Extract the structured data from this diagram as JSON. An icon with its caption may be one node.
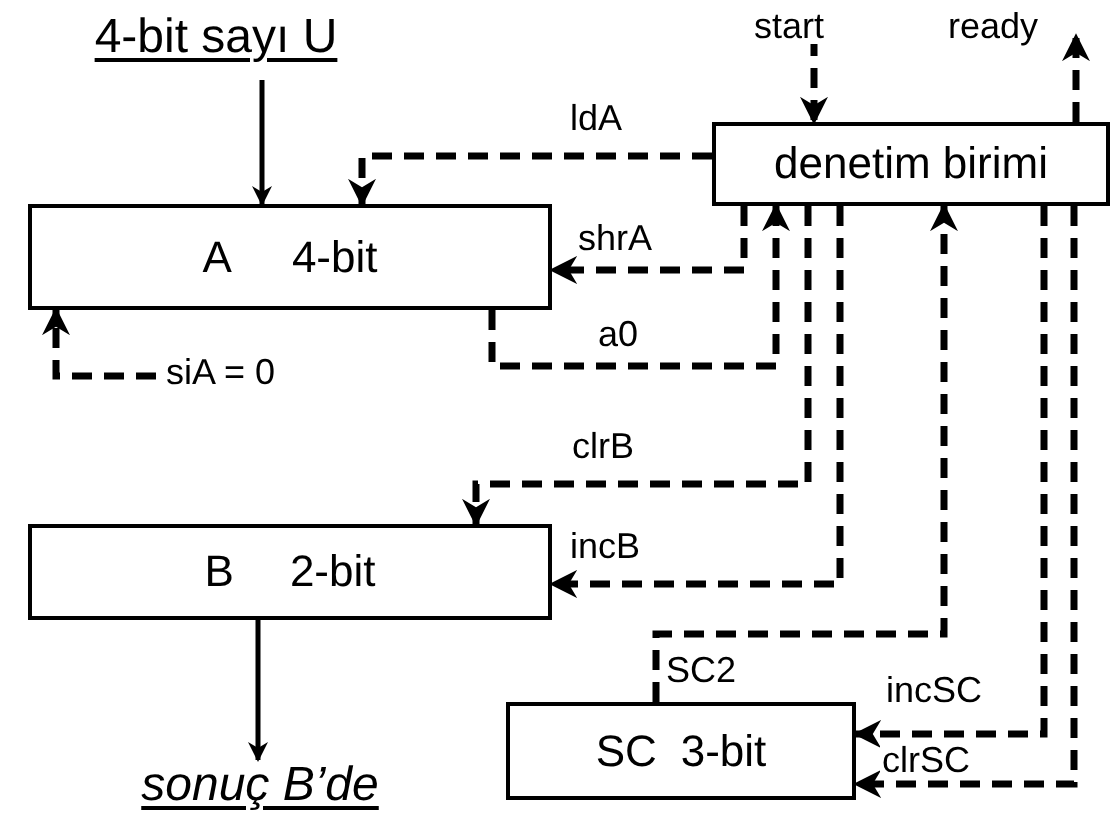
{
  "diagram": {
    "nodes": [
      {
        "text": [
          "4-bit sayı U"
        ]
      },
      {
        "text": [
          "A",
          "4-bit"
        ]
      },
      {
        "text": [
          "denetim birimi"
        ]
      },
      {
        "text": [
          "B",
          "2-bit"
        ]
      },
      {
        "text": [
          "SC",
          "3-bit"
        ]
      },
      {
        "text": [
          "sonuç B’de"
        ]
      }
    ],
    "edges": [
      {
        "from": 0,
        "to": 1,
        "arrow": "to"
      },
      {
        "from": null,
        "to": 2,
        "arrow": "to",
        "label": "start",
        "style": "dashed"
      },
      {
        "from": 2,
        "to": null,
        "arrow": "to",
        "label": "ready",
        "style": "dashed"
      },
      {
        "from": 2,
        "to": 1,
        "arrow": "to",
        "label": "ldA",
        "style": "dashed"
      },
      {
        "from": 2,
        "to": 1,
        "arrow": "to",
        "label": "shrA",
        "style": "dashed"
      },
      {
        "from": 1,
        "to": 2,
        "arrow": "to",
        "label": "a0",
        "style": "dashed"
      },
      {
        "from": null,
        "to": 1,
        "arrow": "to",
        "label": "siA = 0",
        "style": "dashed"
      },
      {
        "from": 2,
        "to": 3,
        "arrow": "to",
        "label": "clrB",
        "style": "dashed"
      },
      {
        "from": 2,
        "to": 3,
        "arrow": "to",
        "label": "incB",
        "style": "dashed"
      },
      {
        "from": 4,
        "to": 2,
        "arrow": "to",
        "label": "SC2",
        "style": "dashed"
      },
      {
        "from": 2,
        "to": 4,
        "arrow": "to",
        "label": "incSC",
        "style": "dashed"
      },
      {
        "from": 2,
        "to": 4,
        "arrow": "to",
        "label": "clrSC",
        "style": "dashed"
      },
      {
        "from": 3,
        "to": 5,
        "arrow": "to"
      }
    ]
  }
}
